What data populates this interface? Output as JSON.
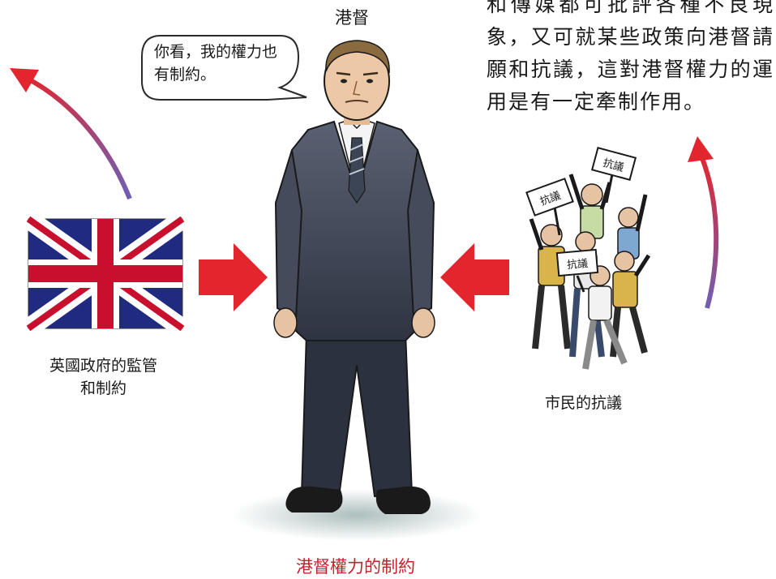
{
  "speaker_label": "港督",
  "speech_bubble": "你看，我的權力也有制約。",
  "paragraph": "和傳媒都可批評各種不良現象，又可就某些政策向港督請願和抗議，這對港督權力的運用是有一定牽制作用。",
  "left_label": "英國政府的監管和制約",
  "right_label": "市民的抗議",
  "protest_sign": "抗議",
  "caption": "港督權力的制約",
  "colors": {
    "arrow_red": "#e3262d",
    "caption_red": "#c0232b",
    "suit": "#4d5363"
  }
}
